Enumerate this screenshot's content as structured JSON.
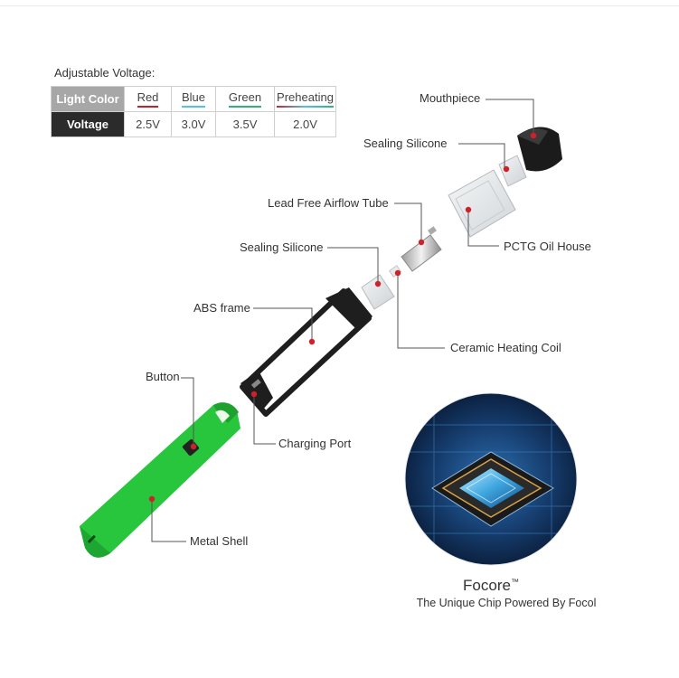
{
  "voltage": {
    "title": "Adjustable Voltage:",
    "row_label_color": "Light Color",
    "row_label_voltage": "Voltage",
    "columns": [
      {
        "color_name": "Red",
        "value": "2.5V",
        "underline": "#c8202b"
      },
      {
        "color_name": "Blue",
        "value": "3.0V",
        "underline": "#4fc3e8"
      },
      {
        "color_name": "Green",
        "value": "3.5V",
        "underline": "#2bb673"
      },
      {
        "color_name": "Preheating",
        "value": "2.0V",
        "underline": "#c8202b"
      }
    ]
  },
  "parts": {
    "mouthpiece": "Mouthpiece",
    "sealing_top": "Sealing Silicone",
    "airflow": "Lead Free Airflow Tube",
    "oil_house": "PCTG Oil House",
    "sealing_mid": "Sealing Silicone",
    "abs_frame": "ABS frame",
    "ceramic_coil": "Ceramic Heating Coil",
    "button": "Button",
    "charging_port": "Charging Port",
    "metal_shell": "Metal Shell"
  },
  "chip": {
    "name": "Focore",
    "trademark": "™",
    "tagline": "The Unique Chip Powered By Focol"
  },
  "colors": {
    "shell": "#27c63c",
    "frame": "#1e1e1e",
    "leader_line": "#555555",
    "marker": "#d0202a"
  }
}
